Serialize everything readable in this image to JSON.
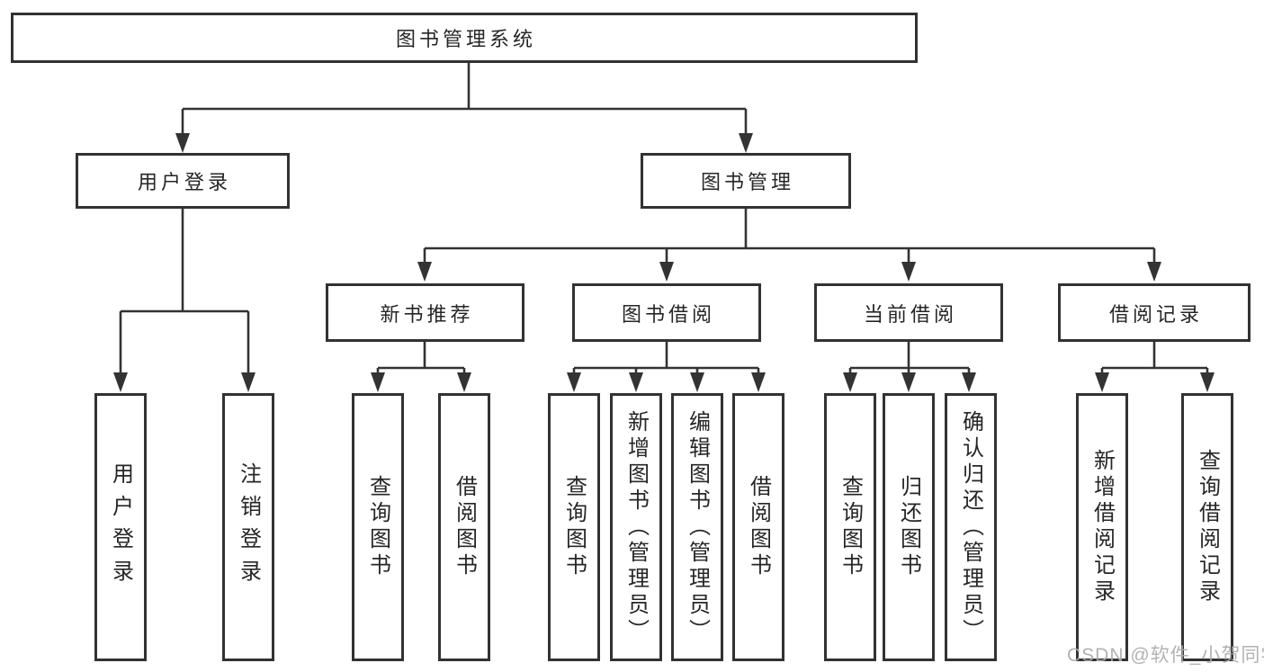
{
  "diagram": {
    "title": "图书管理系统",
    "colors": {
      "line": "#333333",
      "border": "#323232",
      "text": "#262626",
      "background": "#ffffff",
      "watermark": "#ababab"
    },
    "nodes": {
      "root": {
        "label": "图书管理系统"
      },
      "user_login": {
        "label": "用户登录"
      },
      "book_mgmt": {
        "label": "图书管理"
      },
      "new_book_rec": {
        "label": "新书推荐"
      },
      "book_borrow": {
        "label": "图书借阅"
      },
      "current_borrow": {
        "label": "当前借阅"
      },
      "borrow_record": {
        "label": "借阅记录"
      },
      "leaf_user_login": {
        "label": "用户登录"
      },
      "leaf_logout": {
        "label": "注销登录"
      },
      "leaf_rec_query": {
        "label": "查询图书"
      },
      "leaf_rec_borrow": {
        "label": "借阅图书"
      },
      "leaf_bb_query": {
        "label": "查询图书"
      },
      "leaf_bb_add": {
        "label": "新增图书（管理员）"
      },
      "leaf_bb_edit": {
        "label": "编辑图书（管理员）"
      },
      "leaf_bb_borrow": {
        "label": "借阅图书"
      },
      "leaf_cb_query": {
        "label": "查询图书"
      },
      "leaf_cb_return": {
        "label": "归还图书"
      },
      "leaf_cb_confirm": {
        "label": "确认归还（管理员）"
      },
      "leaf_br_add": {
        "label": "新增借阅记录"
      },
      "leaf_br_query": {
        "label": "查询借阅记录"
      }
    },
    "watermark": "CSDN @软件_小贺同学"
  }
}
